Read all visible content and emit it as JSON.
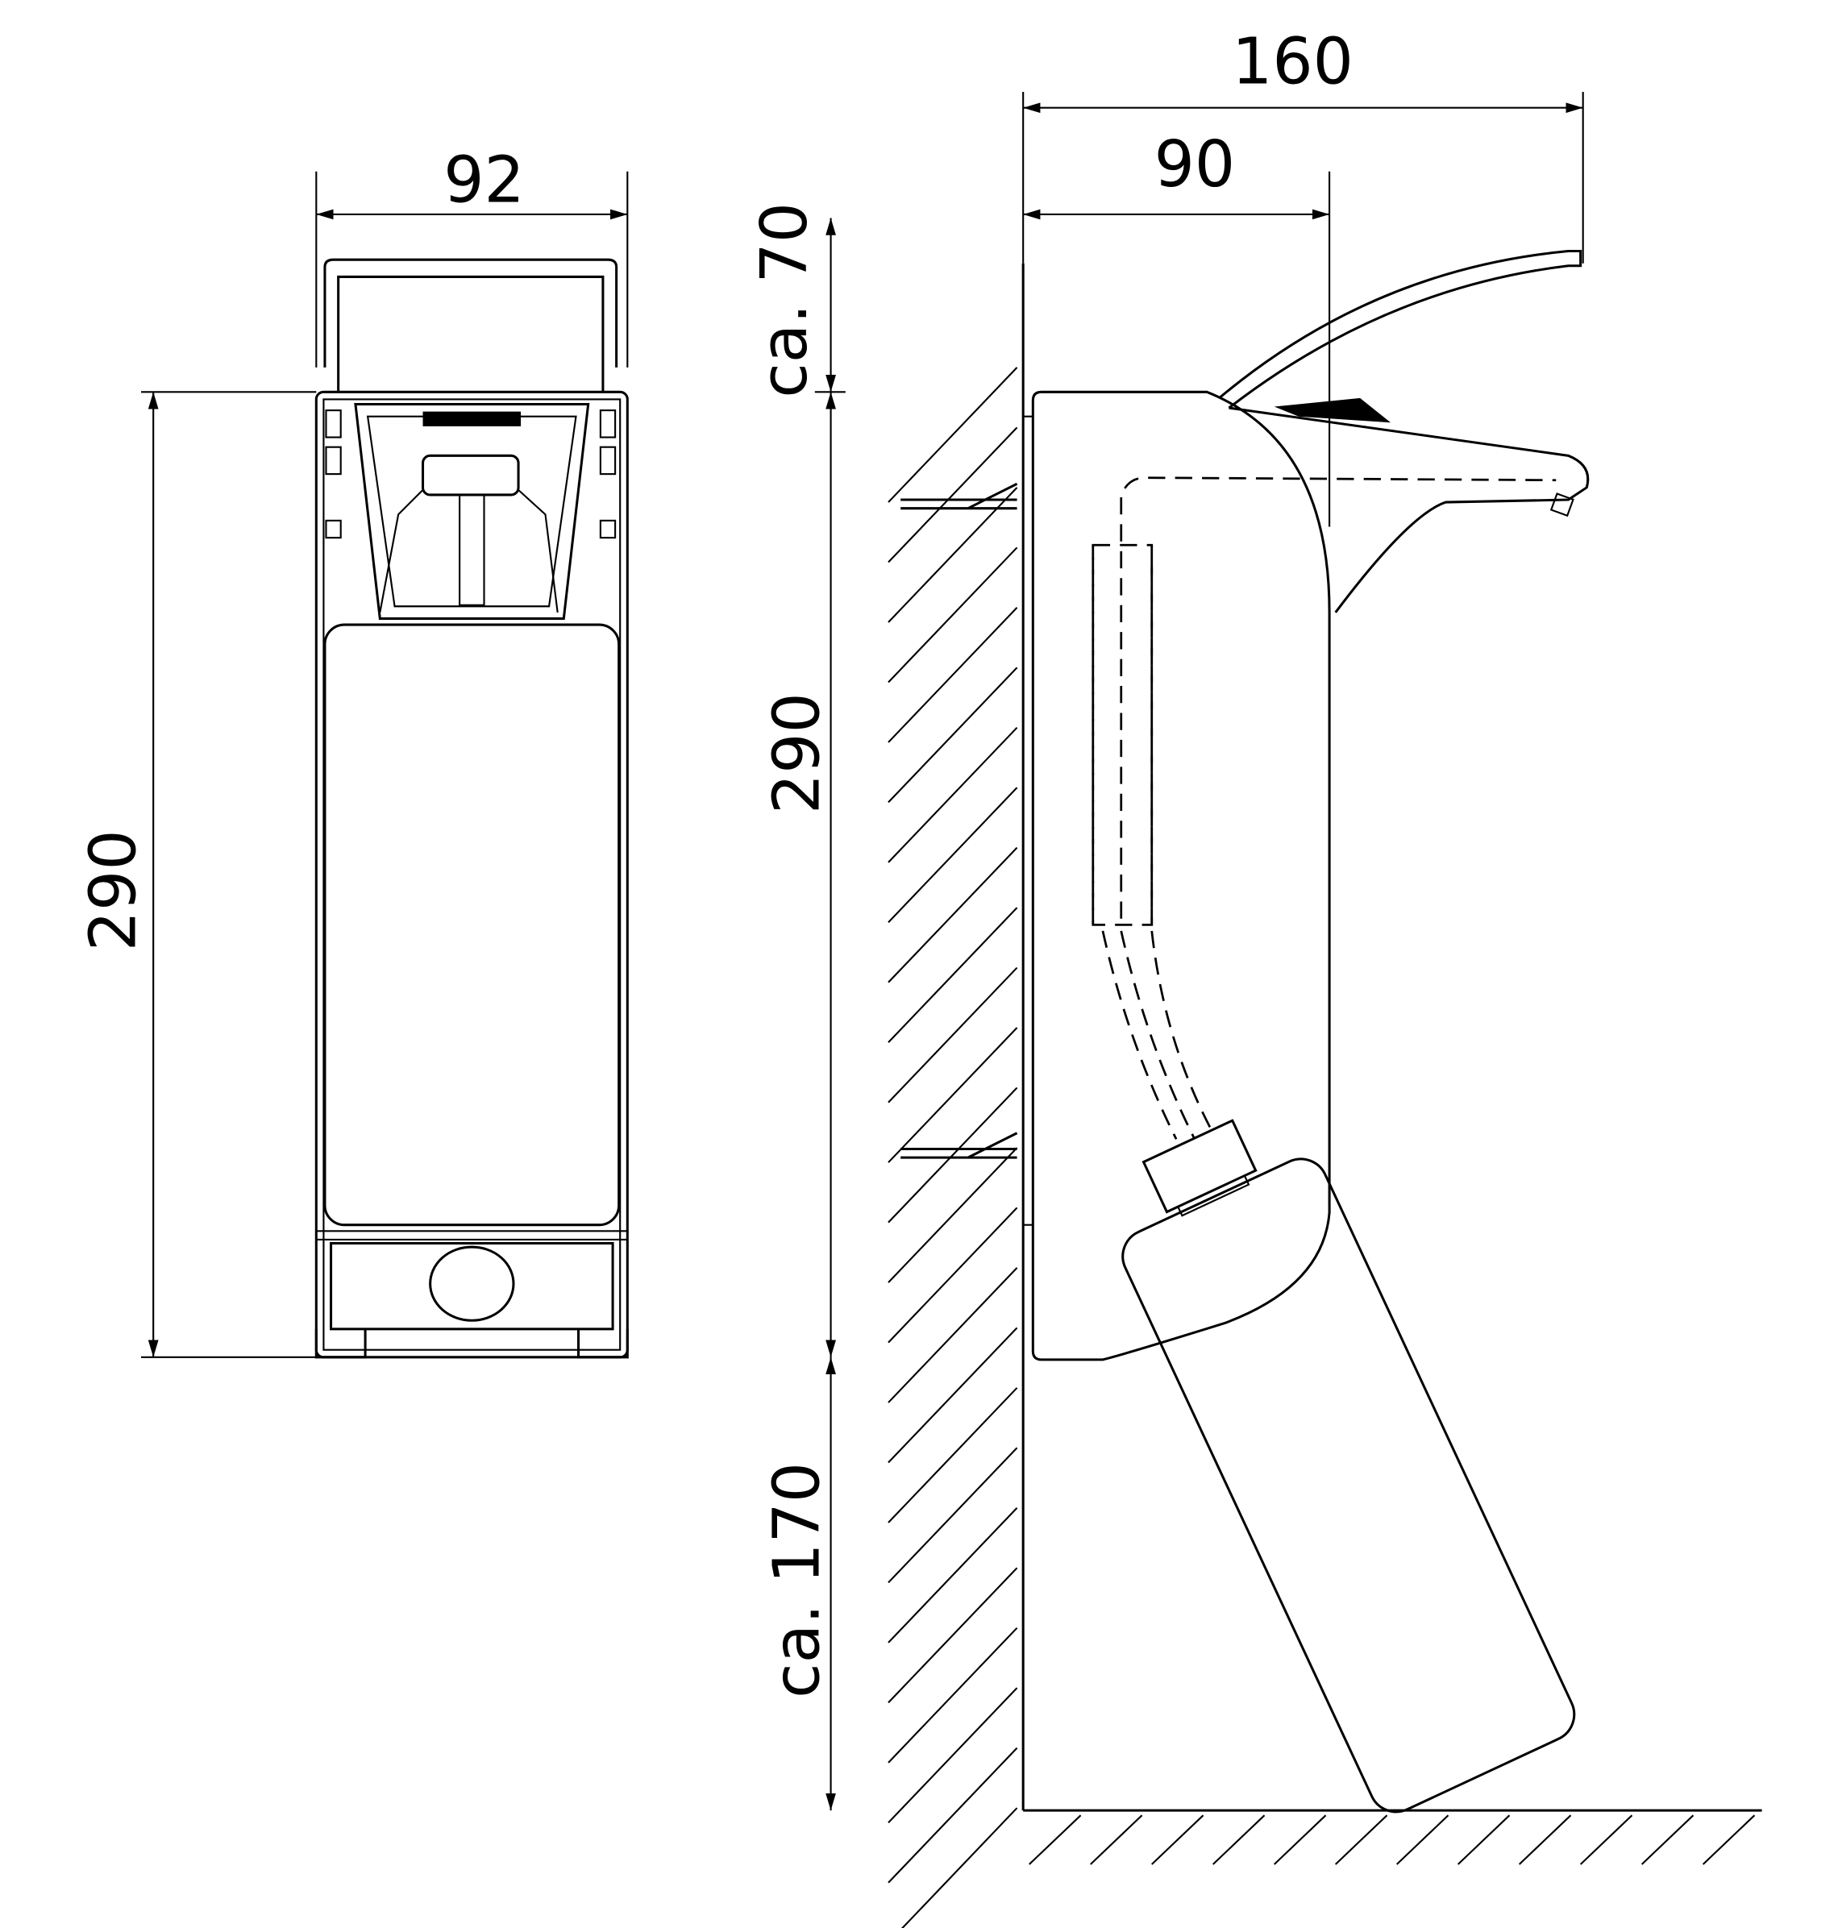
{
  "front_view": {
    "width_label": "92",
    "height_label": "290"
  },
  "side_view": {
    "total_depth_label": "160",
    "body_depth_label": "90",
    "lever_clearance_label": "ca. 70",
    "height_label": "290",
    "floor_clearance_label": "ca. 170"
  }
}
